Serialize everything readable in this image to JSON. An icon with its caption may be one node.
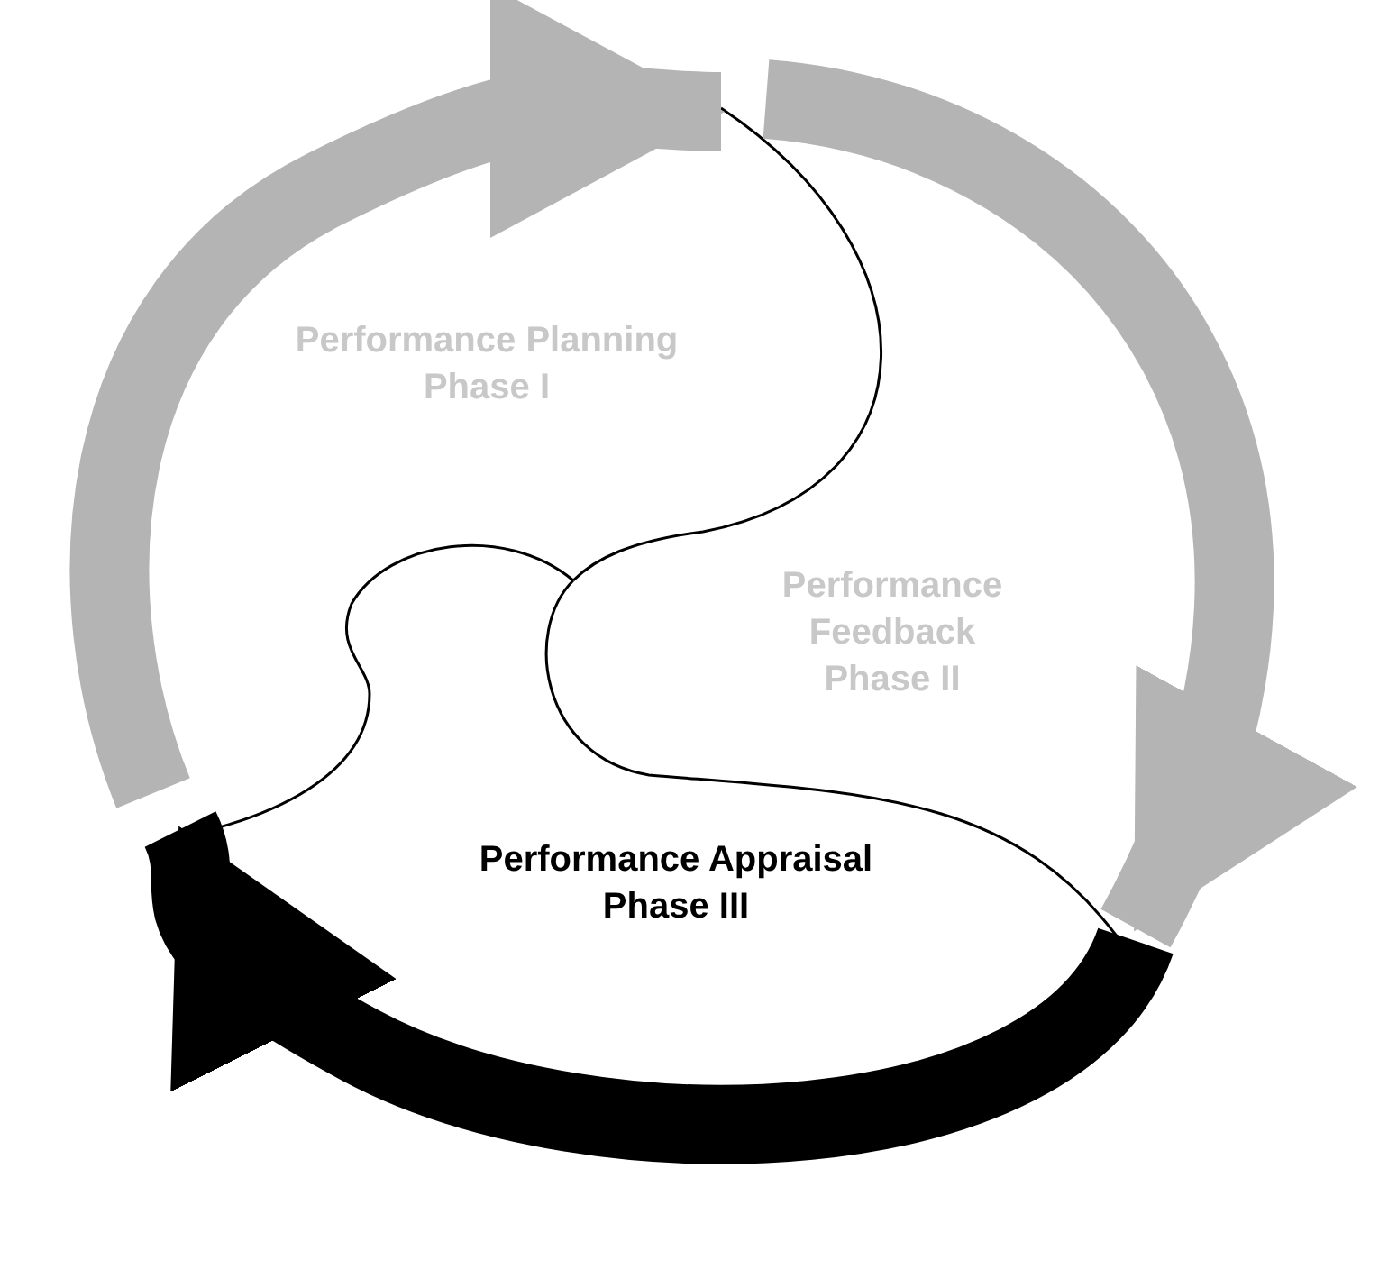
{
  "diagram": {
    "nodes": [
      {
        "text": [
          "Performance Planning Phase I"
        ]
      },
      {
        "text": [
          "Performance Feedback Phase II"
        ]
      },
      {
        "text": [
          "Performance Appraisal Phase III"
        ]
      }
    ],
    "edges": [
      {
        "from": 0,
        "to": 1,
        "arrow": "to"
      },
      {
        "from": 1,
        "to": 2,
        "arrow": "to"
      },
      {
        "from": 2,
        "to": 0,
        "arrow": "to",
        "color": "#000000"
      }
    ]
  }
}
